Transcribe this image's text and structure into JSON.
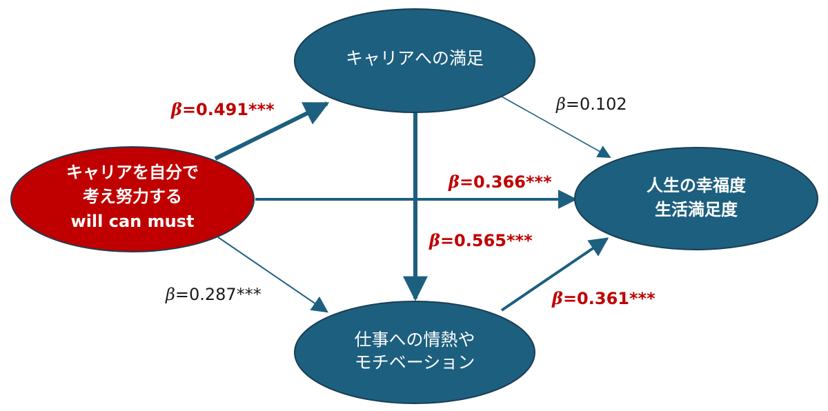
{
  "colors": {
    "node_fill": "#1d5f7f",
    "node_stroke": "#1a3d52",
    "source_fill": "#c00000",
    "arrow": "#1d5f7f",
    "significant_text": "#c00000",
    "plain_text": "#1a1a1a"
  },
  "nodes": {
    "source": {
      "lines": [
        "キャリアを自分で",
        "考え努力する",
        "will can must"
      ]
    },
    "career_satisfaction": {
      "lines": [
        "キャリアへの満足"
      ]
    },
    "work_passion": {
      "lines": [
        "仕事への情熱や",
        "モチベーション"
      ]
    },
    "life_wellbeing": {
      "lines": [
        "人生の幸福度",
        "生活満足度"
      ]
    }
  },
  "paths": [
    {
      "from": "source",
      "to": "career_satisfaction",
      "beta_symbol": "β",
      "value": "=0.491***",
      "significant": true
    },
    {
      "from": "career_satisfaction",
      "to": "life_wellbeing",
      "beta_symbol": "β",
      "value": "=0.102",
      "significant": false
    },
    {
      "from": "source",
      "to": "life_wellbeing",
      "beta_symbol": "β",
      "value": "=0.366***",
      "significant": true
    },
    {
      "from": "career_satisfaction",
      "to": "work_passion",
      "beta_symbol": "β",
      "value": "=0.565***",
      "significant": true
    },
    {
      "from": "source",
      "to": "work_passion",
      "beta_symbol": "β",
      "value": "=0.287***",
      "significant": false
    },
    {
      "from": "work_passion",
      "to": "life_wellbeing",
      "beta_symbol": "β",
      "value": "=0.361***",
      "significant": true
    }
  ]
}
